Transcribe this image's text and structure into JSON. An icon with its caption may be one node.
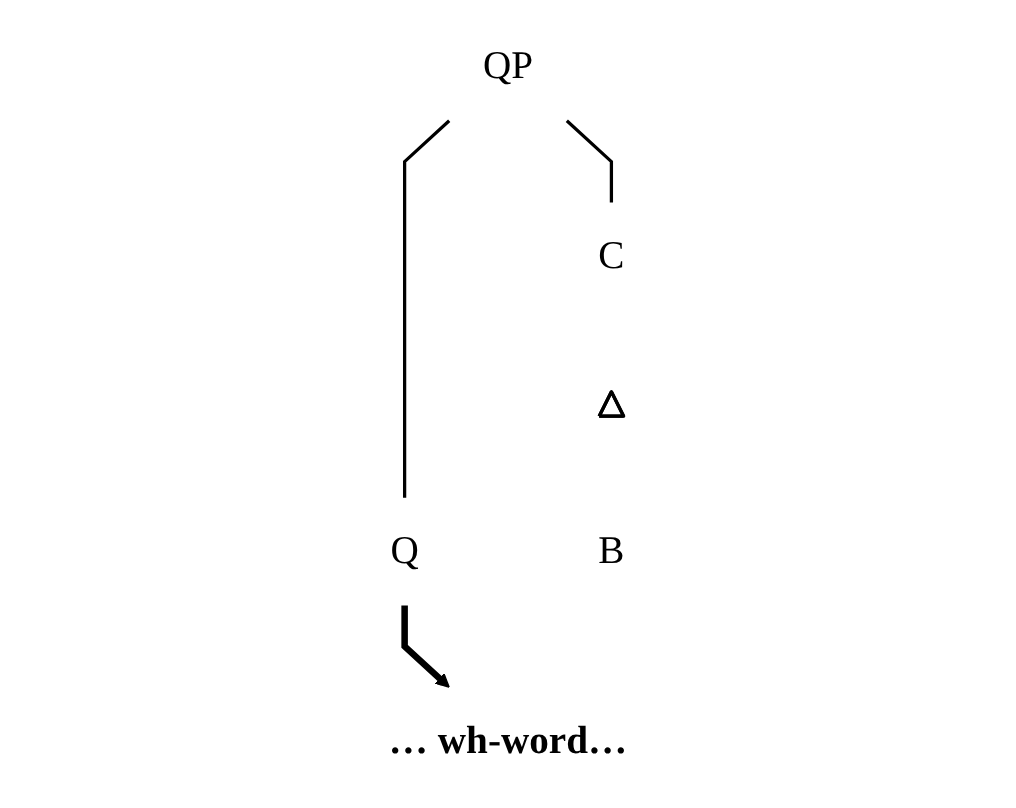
{
  "diagram": {
    "nodes": [
      {
        "text": [
          "QP"
        ]
      },
      {
        "text": [
          "C"
        ]
      },
      {
        "text": [
          "Q"
        ]
      },
      {
        "text": [],
        "shape": "triangle"
      },
      {
        "text": [
          "B"
        ]
      },
      {
        "text": [
          "… wh-word…"
        ]
      }
    ],
    "edges": [
      {
        "from": 0,
        "to": 1,
        "arrow": "none"
      },
      {
        "from": 0,
        "to": 2,
        "arrow": "none"
      },
      {
        "from": 2,
        "to": 5,
        "arrow": "to",
        "style": "thick"
      }
    ]
  }
}
